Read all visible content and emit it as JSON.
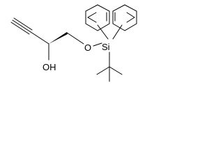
{
  "molecule": {
    "atom_labels": {
      "oxygen_ether": "O",
      "silicon": "Si",
      "hydroxyl": "OH"
    },
    "colors": {
      "bond": "#000000",
      "label": "#000000",
      "background": "#ffffff"
    }
  }
}
